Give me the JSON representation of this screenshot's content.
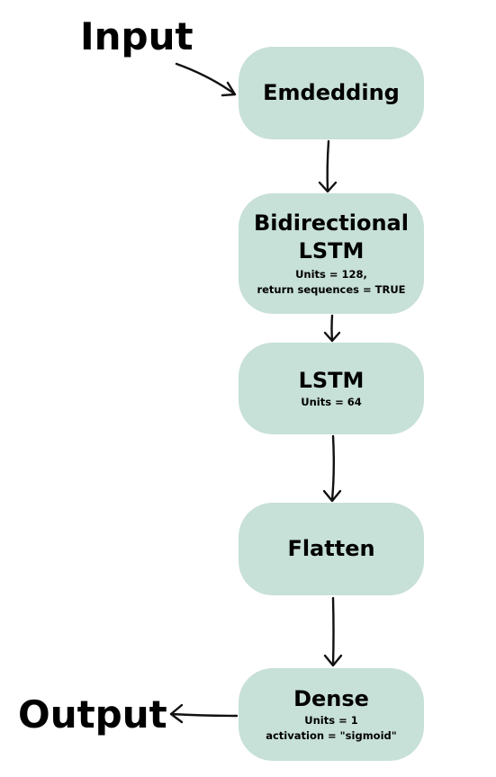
{
  "input_label": "Input",
  "output_label": "Output",
  "nodes": [
    {
      "title": "Emdedding"
    },
    {
      "title": "Bidirectional LSTM",
      "details": [
        "Units = 128,",
        "return sequences = TRUE"
      ]
    },
    {
      "title": "LSTM",
      "details": [
        "Units = 64"
      ]
    },
    {
      "title": "Flatten"
    },
    {
      "title": "Dense",
      "details": [
        "Units = 1",
        "activation = \"sigmoid\""
      ]
    }
  ],
  "colors": {
    "node_fill": "#c7e0d8",
    "stroke": "#111111"
  }
}
